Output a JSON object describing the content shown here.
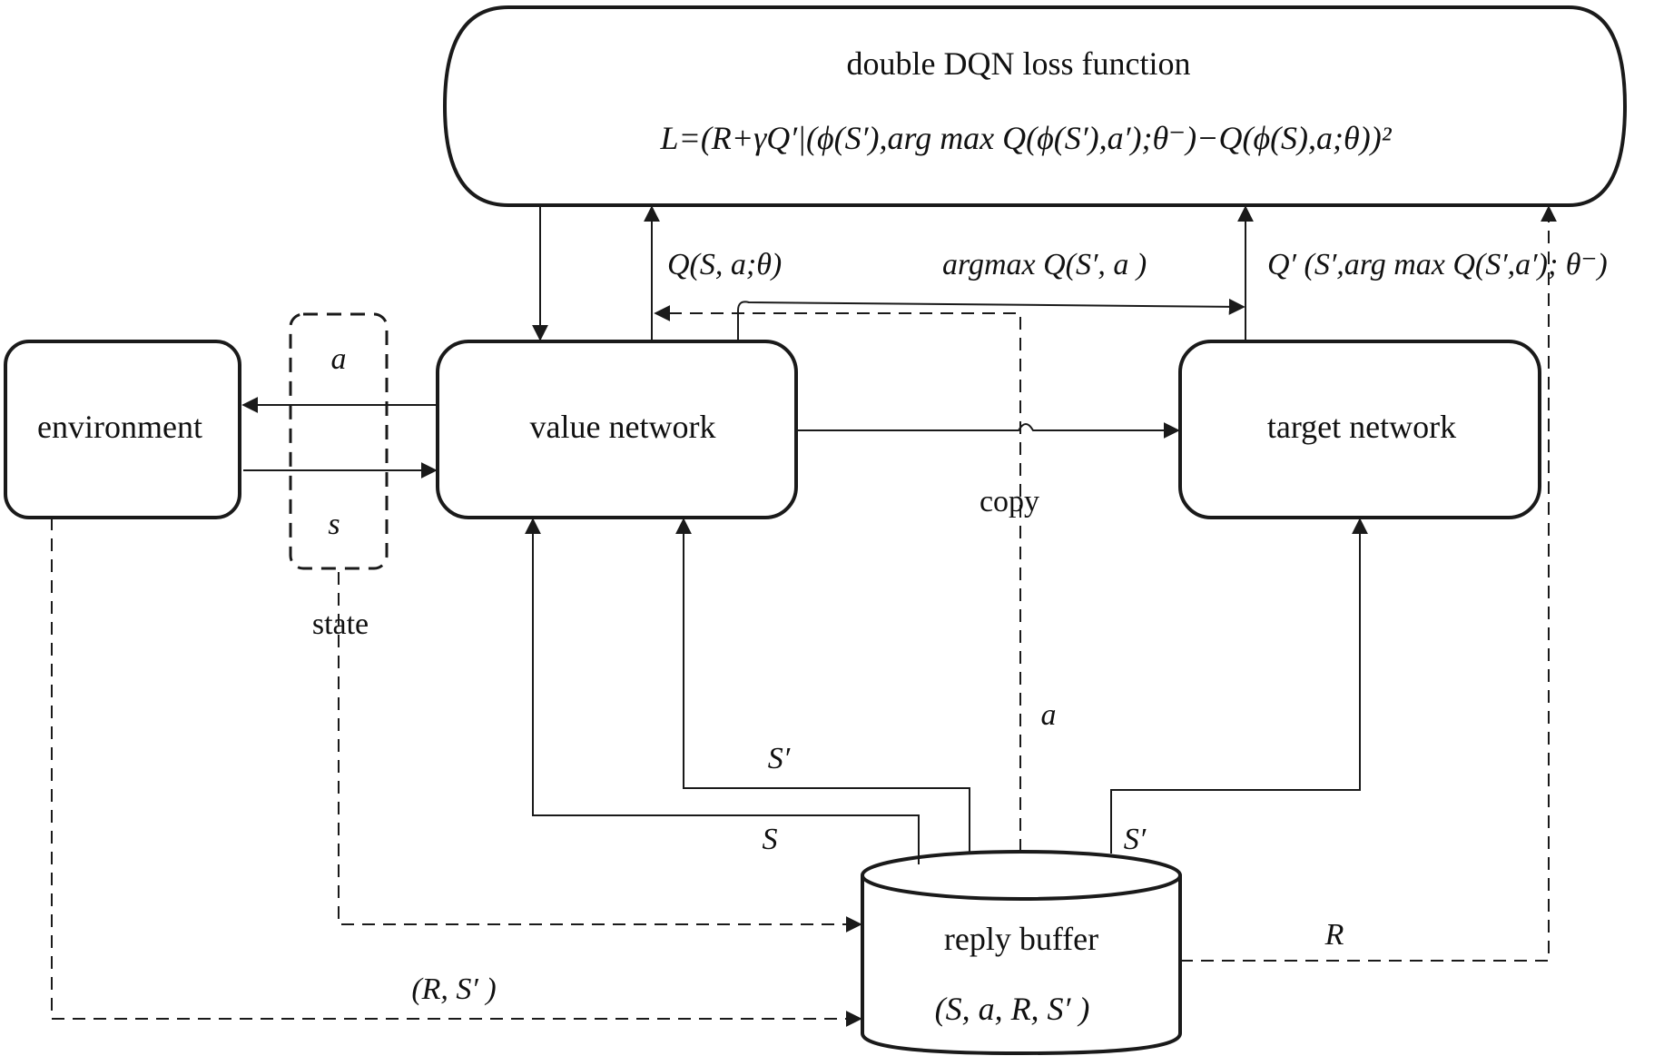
{
  "loss": {
    "title": "double DQN loss function",
    "formula": "L=(R+γQ′|(ϕ(S′),arg max Q(ϕ(S′),a′);θ⁻)−Q(ϕ(S),a;θ))²"
  },
  "nodes": {
    "environment": "environment",
    "value_network": "value network",
    "target_network": "target network",
    "buffer_name": "reply buffer",
    "buffer_contents": "(S, a, R, S′ )"
  },
  "labels": {
    "action": "a",
    "state_s": "s",
    "state": "state",
    "q_value": "Q(S, a;θ)",
    "argmax": "argmax Q(S′, a )",
    "q_target": "Q′ (S′,arg max Q(S′,a′); θ⁻)",
    "copy": "copy",
    "a_buffer": "a",
    "s_prime_left": "S′",
    "s_left": "S",
    "s_prime_right": "S′",
    "reward": "R",
    "reward_next": "(R, S′ )"
  }
}
